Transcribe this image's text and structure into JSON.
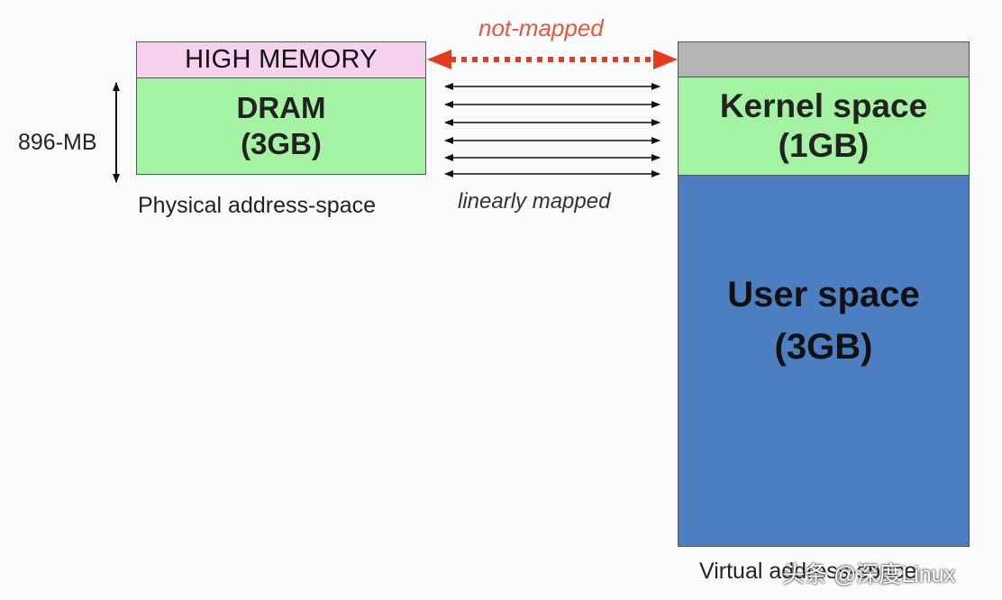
{
  "physical": {
    "high_memory": "HIGH MEMORY",
    "dram_line1": "DRAM",
    "dram_line2": "(3GB)",
    "caption": "Physical address-space",
    "size_label": "896-MB"
  },
  "mapping": {
    "not_mapped": "not-mapped",
    "linearly_mapped": "linearly mapped"
  },
  "virtual": {
    "kernel_line1": "Kernel space",
    "kernel_line2": "(1GB)",
    "user_line1": "User space",
    "user_line2": "(3GB)",
    "caption": "Virtual address-space"
  },
  "watermark": "头条 @深度Linux",
  "colors": {
    "high_memory": "#f6d2ef",
    "dram": "#a4f3a2",
    "kernel": "#a4f3a2",
    "user": "#4c7fc2",
    "unmapped_top": "#b4b4b4",
    "not_mapped_arrow": "#e8391c"
  }
}
